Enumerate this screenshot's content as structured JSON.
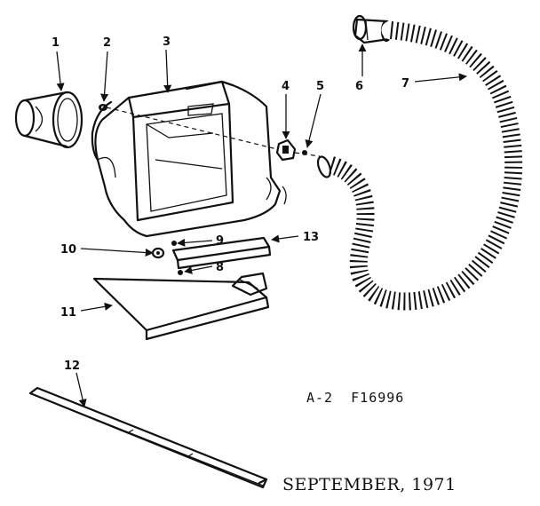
{
  "diagram": {
    "callouts": [
      {
        "id": "1",
        "text": "1"
      },
      {
        "id": "2",
        "text": "2"
      },
      {
        "id": "3",
        "text": "3"
      },
      {
        "id": "4",
        "text": "4"
      },
      {
        "id": "5",
        "text": "5"
      },
      {
        "id": "6",
        "text": "6"
      },
      {
        "id": "7",
        "text": "7"
      },
      {
        "id": "8",
        "text": "8"
      },
      {
        "id": "9",
        "text": "9"
      },
      {
        "id": "10",
        "text": "10"
      },
      {
        "id": "11",
        "text": "11"
      },
      {
        "id": "12",
        "text": "12"
      },
      {
        "id": "13",
        "text": "13"
      }
    ],
    "figure_code": "A-2  F16996",
    "date": "SEPTEMBER, 1971"
  }
}
